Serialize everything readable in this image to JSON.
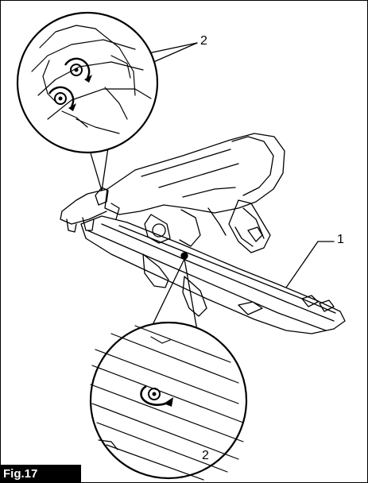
{
  "figure": {
    "label": "Fig.17",
    "callouts": [
      {
        "number": "2",
        "target": "screws-top-detail"
      },
      {
        "number": "1",
        "target": "magazine"
      },
      {
        "number": "2",
        "target": "screw-bottom-detail"
      }
    ]
  },
  "colors": {
    "ink": "#000000",
    "label_bg": "#000000",
    "label_text": "#ffffff",
    "paper": "#ffffff"
  }
}
